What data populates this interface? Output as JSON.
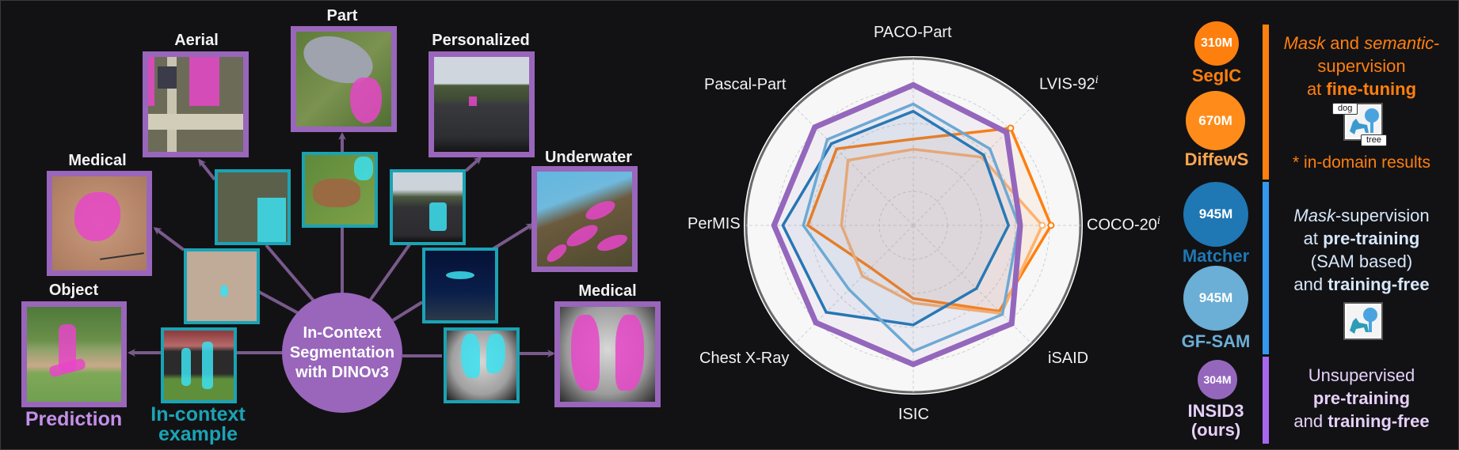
{
  "left_panel": {
    "center_node": {
      "line1": "In-Context",
      "line2": "Segmentation",
      "line3": "with DINOv3"
    },
    "prediction_label": "Prediction",
    "incontext_label_line1": "In-context",
    "incontext_label_line2": "example",
    "domains": [
      {
        "id": "object",
        "label": "Object"
      },
      {
        "id": "medical-skin",
        "label": "Medical"
      },
      {
        "id": "aerial",
        "label": "Aerial"
      },
      {
        "id": "part",
        "label": "Part"
      },
      {
        "id": "personalized",
        "label": "Personalized"
      },
      {
        "id": "underwater",
        "label": "Underwater"
      },
      {
        "id": "medical-xray",
        "label": "Medical"
      }
    ],
    "colors": {
      "prediction": "#9966bb",
      "incontext": "#1ba3b5",
      "pred_mask": "#e646c8",
      "ctx_mask": "#3ce1f0",
      "arrow": "#7a5a8c"
    }
  },
  "chart_data": {
    "type": "radar",
    "title": "",
    "axes": [
      "PACO-Part",
      "LVIS-92^i",
      "COCO-20^i",
      "iSAID",
      "ISIC",
      "Chest X-Ray",
      "PerMIS",
      "Pascal-Part"
    ],
    "axis_labels": {
      "paco": "PACO-Part",
      "lvis": "LVIS-92",
      "lvis_sup": "i",
      "coco": "COCO-20",
      "coco_sup": "i",
      "isaid": "iSAID",
      "isic": "ISIC",
      "chest": "Chest X-Ray",
      "permis": "PerMIS",
      "pascal": "Pascal-Part"
    },
    "range": [
      0,
      100
    ],
    "grid": true,
    "note": "values are relative radial positions estimated from the plot (no tick labels shown)",
    "series": [
      {
        "name": "SegIC",
        "color": "#ff7f0e",
        "values": [
          59,
          94,
          94,
          83,
          50,
          41,
          72,
          74
        ],
        "in_domain_markers": [
          "LVIS-92^i",
          "COCO-20^i"
        ]
      },
      {
        "name": "DiffewS",
        "color": "#ffb26b",
        "values": [
          52,
          66,
          88,
          85,
          53,
          49,
          49,
          63
        ],
        "in_domain_markers": [
          "COCO-20^i"
        ]
      },
      {
        "name": "Matcher",
        "color": "#1f77b4",
        "values": [
          78,
          68,
          65,
          61,
          68,
          84,
          89,
          79
        ]
      },
      {
        "name": "GF-SAM",
        "color": "#6baed6",
        "values": [
          83,
          74,
          72,
          86,
          86,
          62,
          75,
          83
        ]
      },
      {
        "name": "INSID3 (ours)",
        "color": "#9467bd",
        "values": [
          96,
          90,
          73,
          95,
          95,
          94,
          95,
          95
        ]
      }
    ]
  },
  "legend": {
    "groups": [
      {
        "bar_color": "#ff7f0e",
        "models": [
          {
            "name": "SegIC",
            "params": "310M",
            "color": "#ff7f0e"
          },
          {
            "name": "DiffewS",
            "params": "670M",
            "color": "#ffa54f"
          }
        ],
        "desc": {
          "w1": "Mask",
          "w2": " and ",
          "w3": "semantic",
          "w4": "-",
          "l2": "supervision",
          "l3a": "at ",
          "l3b": "fine-tuning"
        },
        "icon_tags": {
          "tag1": "dog",
          "tag2": "tree"
        },
        "footnote": "* in-domain results"
      },
      {
        "bar_color": "#3399ee",
        "models": [
          {
            "name": "Matcher",
            "params": "945M",
            "color": "#1f77b4"
          },
          {
            "name": "GF-SAM",
            "params": "945M",
            "color": "#6baed6"
          }
        ],
        "desc": {
          "l1a": "Mask",
          "l1b": "-supervision",
          "l2a": "at ",
          "l2b": "pre-training",
          "l3": "(SAM based)",
          "l4a": "and ",
          "l4b": "training-free"
        }
      },
      {
        "bar_color": "#a866ee",
        "models": [
          {
            "name": "INSID3",
            "name2": "(ours)",
            "params": "304M",
            "color": "#9467bd"
          }
        ],
        "desc": {
          "l1": "Unsupervised",
          "l2": "pre-training",
          "l3a": "and ",
          "l3b": "training-free"
        }
      }
    ]
  }
}
